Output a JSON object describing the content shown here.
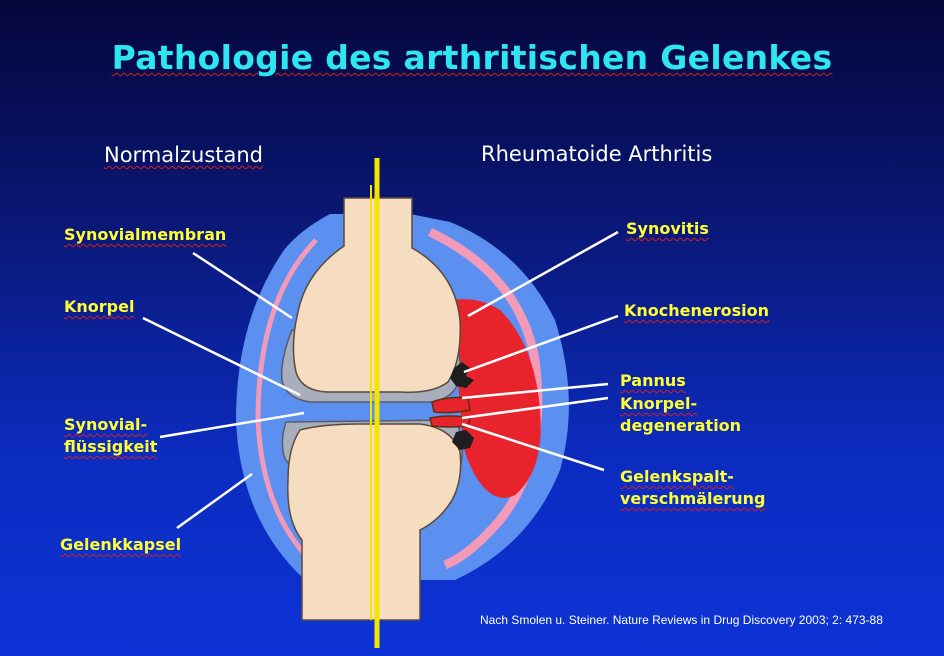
{
  "title": "Pathologie des arthritischen Gelenkes",
  "headings": {
    "left": "Normalzustand",
    "right": "Rheumatoide Arthritis"
  },
  "labels_left": {
    "synovialmembran": "Synovialmembran",
    "knorpel": "Knorpel",
    "synovial_line1": "Synovial-",
    "synovial_line2": "flüssigkeit",
    "gelenkkapsel": "Gelenkkapsel"
  },
  "labels_right": {
    "synovitis": "Synovitis",
    "knochenerosion": "Knochenerosion",
    "pannus": "Pannus",
    "knorpel_line1": "Knorpel-",
    "knorpel_line2": "degeneration",
    "gelenkspalt_line1": "Gelenkspalt-",
    "gelenkspalt_line2": "verschmälerung"
  },
  "citation": "Nach Smolen u. Steiner. Nature Reviews in Drug Discovery 2003; 2: 473-88",
  "colors": {
    "capsule": "#5b8ff0",
    "synovial_membrane": "#f29ab8",
    "bone": "#f6dcc0",
    "cartilage": "#a9aebd",
    "synovitis": "#e8232b",
    "divider": "#f2e600",
    "pointer": "#ffffff",
    "label": "#ffff33",
    "title": "#2ee6f2"
  }
}
